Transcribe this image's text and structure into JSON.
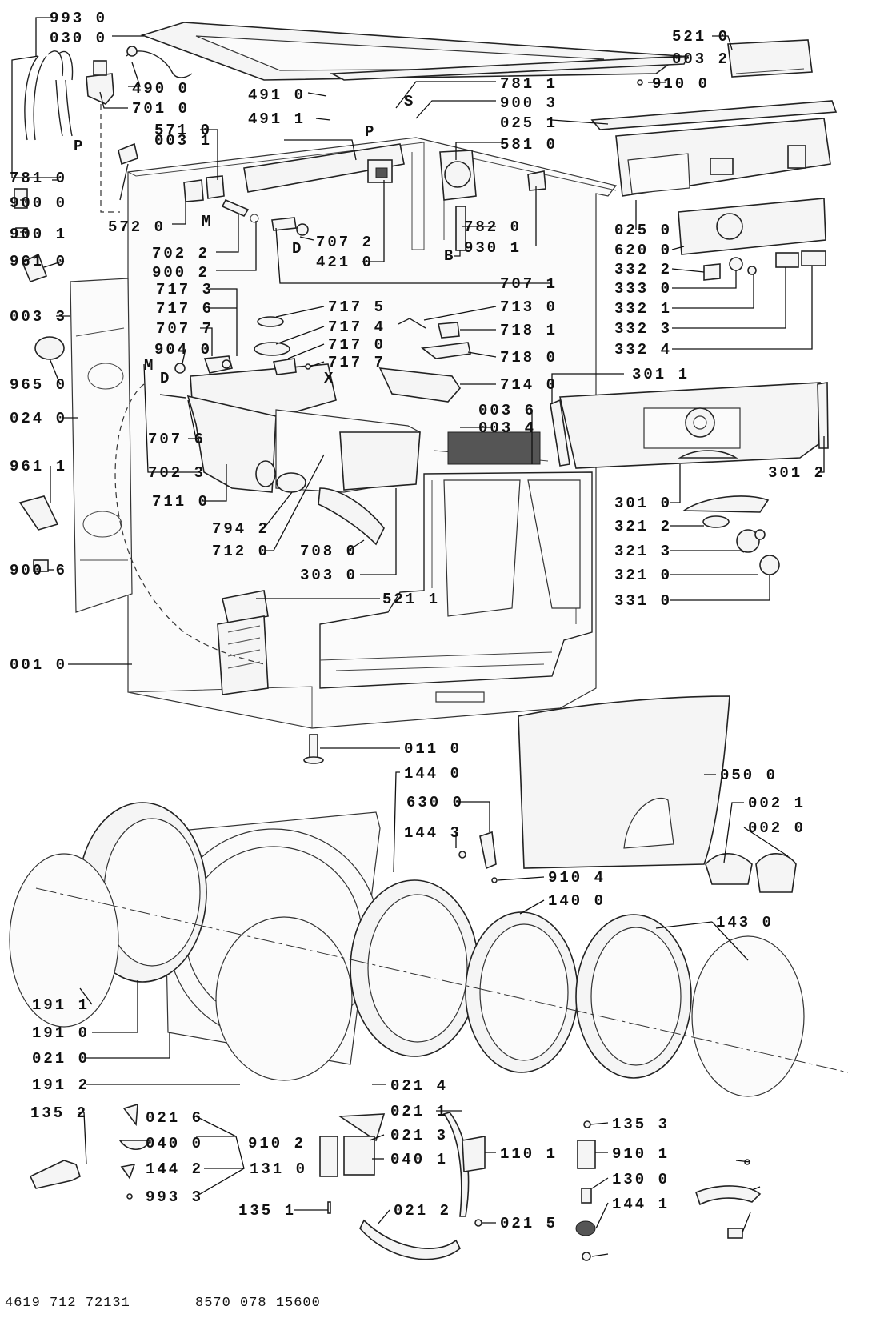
{
  "callouts": [
    "993 0",
    "030 0",
    "490 0",
    "701 0",
    "491 0",
    "491 1",
    "781 1",
    "900 3",
    "025 1",
    "581 0",
    "571 0",
    "003 1",
    "521 0",
    "003 2",
    "910 0",
    "781 0",
    "900 0",
    "900 1",
    "961 0",
    "572 0",
    "702 2",
    "900 2",
    "707 2",
    "421 0",
    "707 1",
    "782 0",
    "930 1",
    "025 0",
    "620 0",
    "332 2",
    "333 0",
    "332 1",
    "332 3",
    "332 4",
    "717 3",
    "717 6",
    "707 7",
    "904 0",
    "717 5",
    "717 4",
    "717 0",
    "717 7",
    "713 0",
    "718 1",
    "718 0",
    "714 0",
    "301 1",
    "003 3",
    "965 0",
    "024 0",
    "961 1",
    "900 6",
    "707 6",
    "702 3",
    "711 0",
    "794 2",
    "712 0",
    "708 0",
    "303 0",
    "003 6",
    "003 4",
    "301 2",
    "301 0",
    "321 2",
    "321 3",
    "321 0",
    "331 0",
    "521 1",
    "001 0",
    "011 0",
    "144 0",
    "050 0",
    "630 0",
    "144 3",
    "910 4",
    "002 1",
    "002 0",
    "140 0",
    "143 0",
    "191 1",
    "191 0",
    "021 0",
    "191 2",
    "021 4",
    "021 1",
    "021 3",
    "040 1",
    "110 1",
    "021 2",
    "021 5",
    "021 6",
    "040 0",
    "144 2",
    "993 3",
    "910 2",
    "131 0",
    "135 1",
    "135 2",
    "135 3",
    "910 1",
    "130 0",
    "144 1"
  ],
  "tags": [
    "P",
    "P",
    "S",
    "M",
    "D",
    "B",
    "M",
    "D",
    "X"
  ],
  "footer": {
    "left": "4619 712 72131",
    "right": "8570 078 15600"
  }
}
